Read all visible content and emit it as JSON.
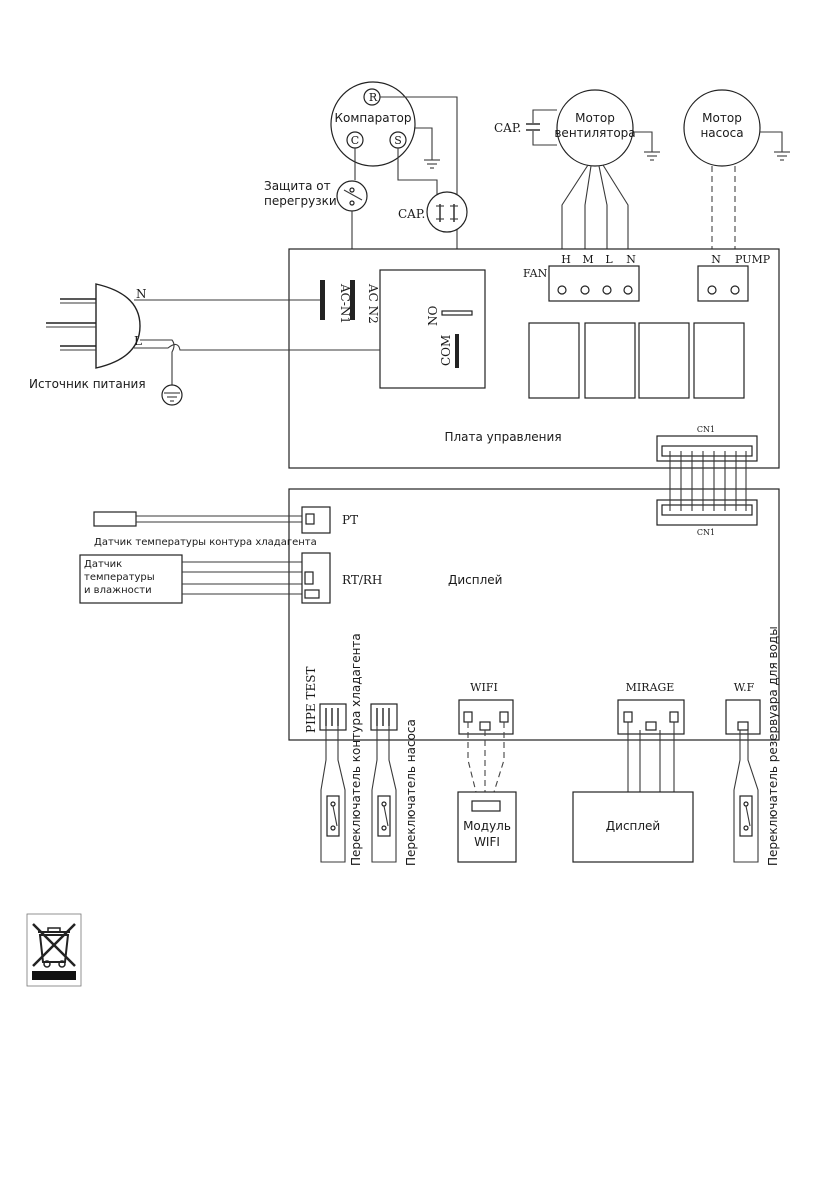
{
  "labels": {
    "compressor": "Компаратор",
    "compressor_r": "R",
    "compressor_c": "C",
    "compressor_s": "S",
    "overload_line1": "Защита от",
    "overload_line2": "перегрузки",
    "cap_compressor": "CAP.",
    "cap_fan": "CAP.",
    "fan_motor_line1": "Мотор",
    "fan_motor_line2": "вентилятора",
    "pump_motor_line1": "Мотор",
    "pump_motor_line2": "насоса",
    "fan_terminal": "FAN",
    "fan_pin_h": "H",
    "fan_pin_m": "M",
    "fan_pin_l": "L",
    "fan_pin_n": "N",
    "pump_pin_n": "N",
    "pump_terminal": "PUMP",
    "plug_n": "N",
    "plug_l": "L",
    "power_source": "Источник питания",
    "ac_n1": "AC-N1",
    "ac_n2": "AC N2",
    "relay_no": "NO",
    "relay_com": "COM",
    "control_board": "Плата управления",
    "cn1_top": "CN1",
    "cn1_bottom": "CN1",
    "pt": "PT",
    "pipe_sensor": "Датчик температуры контура хладагента",
    "th_sensor_line1": "Датчик",
    "th_sensor_line2": "температуры",
    "th_sensor_line3": "и влажности",
    "rt_rh": "RT/RH",
    "display_board": "Дисплей",
    "pipe_test": "PIPE TEST",
    "wifi": "WIFI",
    "mirage": "MIRAGE",
    "wf": "W.F",
    "pipe_switch": "Переключатель контура хладагента",
    "pump_switch": "Переключатель насоса",
    "wifi_module_line1": "Модуль",
    "wifi_module_line2": "WIFI",
    "display_module": "Дисплей",
    "tank_switch": "Переключатель резервуара для воды"
  },
  "icons": {
    "ground": "ground-icon",
    "weee": "crossed-bin-icon"
  }
}
